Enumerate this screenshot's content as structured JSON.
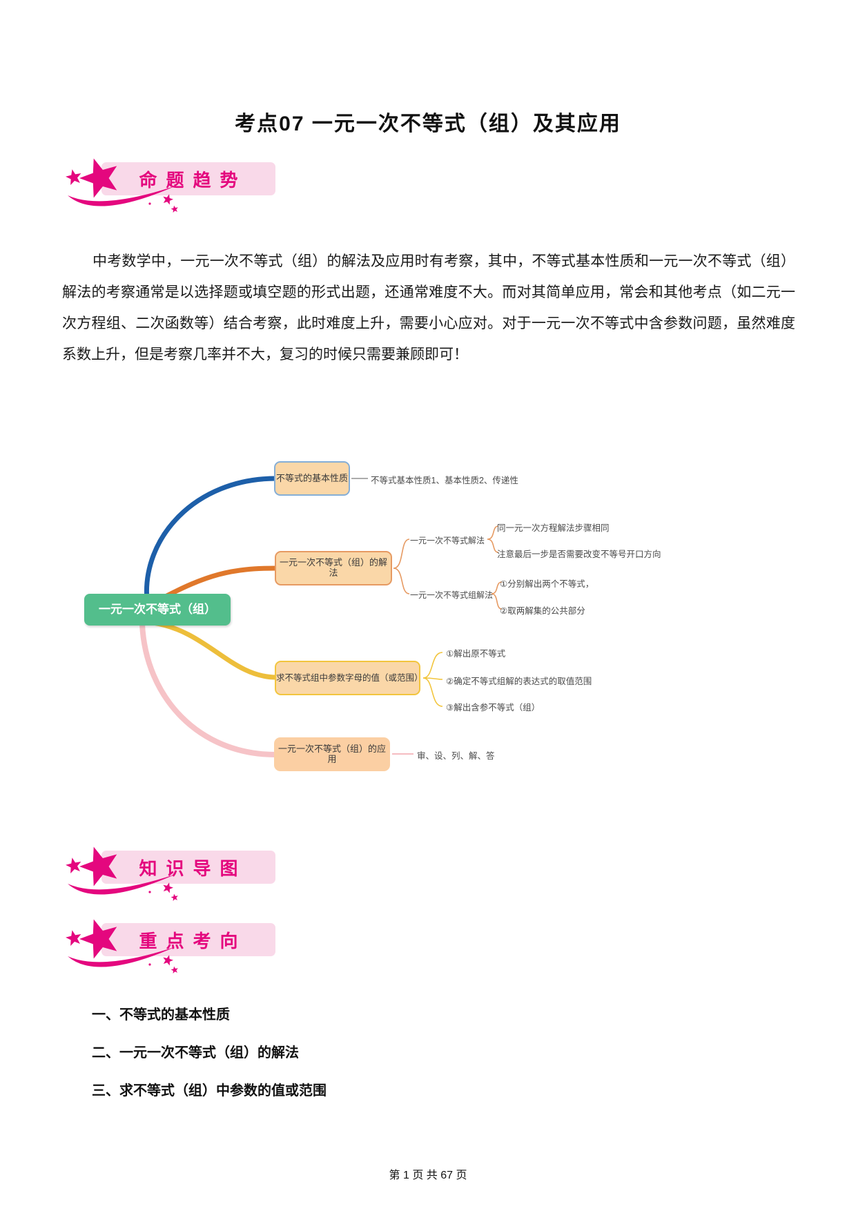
{
  "title": "考点07 一元一次不等式（组）及其应用",
  "badges": {
    "trend": "命题趋势",
    "knowledge": "知识导图",
    "focus": "重点考向"
  },
  "intro_paragraph": "中考数学中，一元一次不等式（组）的解法及应用时有考察，其中，不等式基本性质和一元一次不等式（组）解法的考察通常是以选择题或填空题的形式出题，还通常难度不大。而对其简单应用，常会和其他考点（如二元一次方程组、二次函数等）结合考察，此时难度上升，需要小心应对。对于一元一次不等式中含参数问题，虽然难度系数上升，但是考察几率并不大，复习的时候只需要兼顾即可！",
  "mindmap": {
    "root": "一元一次不等式（组）",
    "branches": [
      {
        "label": "不等式的基本性质",
        "note": "不等式基本性质1、基本性质2、传递性"
      },
      {
        "label": "一元一次不等式（组）的解法",
        "children": [
          {
            "label": "一元一次不等式解法",
            "notes": [
              "同一元一次方程解法步骤相同",
              "注意最后一步是否需要改变不等号开口方向"
            ]
          },
          {
            "label": "一元一次不等式组解法",
            "notes": [
              "①分别解出两个不等式，",
              "②取两解集的公共部分"
            ]
          }
        ]
      },
      {
        "label": "求不等式组中参数字母的值（或范围）",
        "notes": [
          "①解出原不等式",
          "②确定不等式组解的表达式的取值范围",
          "③解出含参不等式（组）"
        ]
      },
      {
        "label": "一元一次不等式（组）的应用",
        "note": "审、设、列、解、答"
      }
    ]
  },
  "focus_list": [
    "一、不等式的基本性质",
    "二、一元一次不等式（组）的解法",
    "三、求不等式（组）中参数的值或范围"
  ],
  "footer": "第 1 页 共 67 页",
  "colors": {
    "accent_pink": "#E4077E",
    "badge_bg": "#F9D9E9",
    "root_green": "#53BE8C",
    "node_peach": "#FAD7A8",
    "branch1_border": "#85AED6",
    "branch2_border": "#E69A62",
    "branch3_border": "#F2C53D",
    "branch4_fill": "#FBCFA3",
    "curve_blue": "#1D5FA9",
    "curve_orange": "#E0782B",
    "curve_yellow": "#EDBE3B",
    "curve_pink": "#F6C3C7"
  }
}
